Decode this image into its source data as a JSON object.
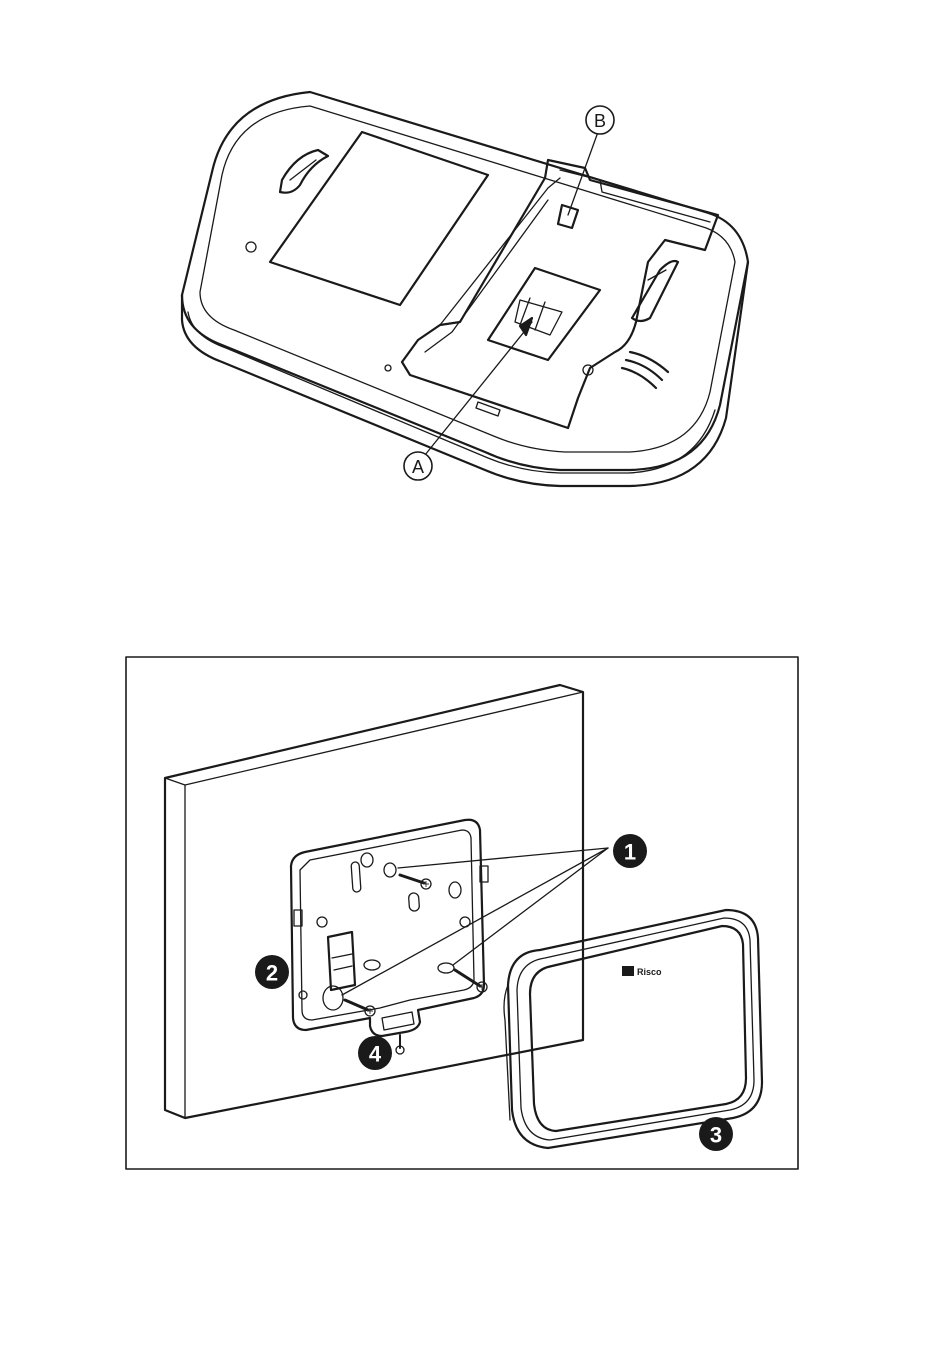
{
  "figure_top": {
    "callouts": [
      {
        "label": "A"
      },
      {
        "label": "B"
      }
    ]
  },
  "figure_bottom": {
    "badges": [
      {
        "label": "1"
      },
      {
        "label": "2"
      },
      {
        "label": "3"
      },
      {
        "label": "4"
      }
    ],
    "brand_label": "Risco"
  },
  "colors": {
    "line": "#1a1a1a",
    "background": "#ffffff",
    "badge_fill": "#1a1a1a"
  }
}
